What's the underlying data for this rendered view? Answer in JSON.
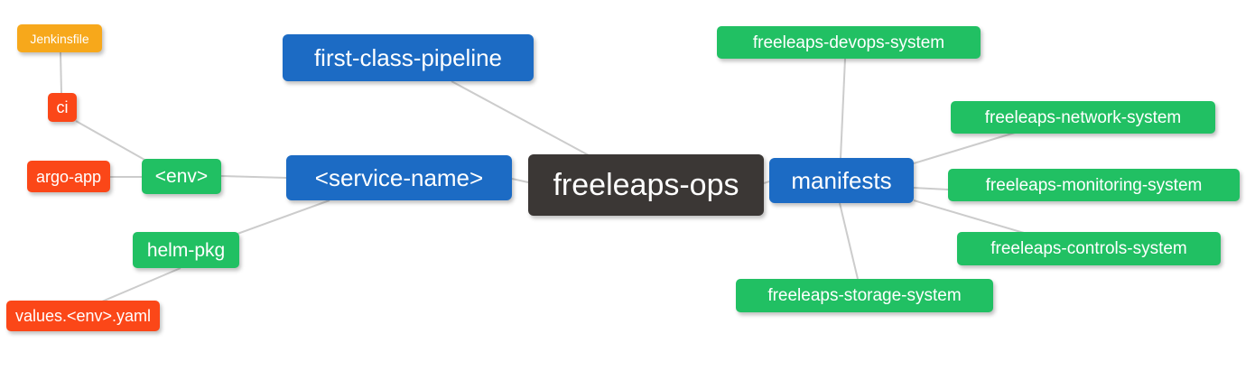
{
  "diagram": {
    "type": "mindmap",
    "root_label": "freeleaps-ops",
    "palette": {
      "root_bg": "#3b3735",
      "branch_bg": "#1c6bc4",
      "leaf_green_bg": "#21c063",
      "leaf_red_bg": "#fb4718",
      "leaf_amber_bg": "#f7a81b",
      "text": "#ffffff",
      "edge": "#cccccc",
      "background": "#ffffff"
    },
    "nodes": {
      "root": {
        "label": "freeleaps-ops"
      },
      "first_class_pipeline": {
        "label": "first-class-pipeline"
      },
      "service_name": {
        "label": "<service-name>"
      },
      "manifests": {
        "label": "manifests"
      },
      "env": {
        "label": "<env>"
      },
      "helm_pkg": {
        "label": "helm-pkg"
      },
      "ci": {
        "label": "ci"
      },
      "argo_app": {
        "label": "argo-app"
      },
      "jenkinsfile": {
        "label": "Jenkinsfile"
      },
      "values_env_yaml": {
        "label": "values.<env>.yaml"
      },
      "devops_system": {
        "label": "freeleaps-devops-system"
      },
      "network_system": {
        "label": "freeleaps-network-system"
      },
      "monitoring_system": {
        "label": "freeleaps-monitoring-system"
      },
      "controls_system": {
        "label": "freeleaps-controls-system"
      },
      "storage_system": {
        "label": "freeleaps-storage-system"
      }
    },
    "edges": [
      {
        "from": "jenkinsfile",
        "to": "ci"
      },
      {
        "from": "ci",
        "to": "env"
      },
      {
        "from": "argo_app",
        "to": "env"
      },
      {
        "from": "env",
        "to": "service_name"
      },
      {
        "from": "helm_pkg",
        "to": "service_name"
      },
      {
        "from": "values_env_yaml",
        "to": "helm_pkg"
      },
      {
        "from": "first_class_pipeline",
        "to": "root"
      },
      {
        "from": "service_name",
        "to": "root"
      },
      {
        "from": "root",
        "to": "manifests"
      },
      {
        "from": "manifests",
        "to": "devops_system"
      },
      {
        "from": "manifests",
        "to": "network_system"
      },
      {
        "from": "manifests",
        "to": "monitoring_system"
      },
      {
        "from": "manifests",
        "to": "controls_system"
      },
      {
        "from": "manifests",
        "to": "storage_system"
      }
    ]
  }
}
